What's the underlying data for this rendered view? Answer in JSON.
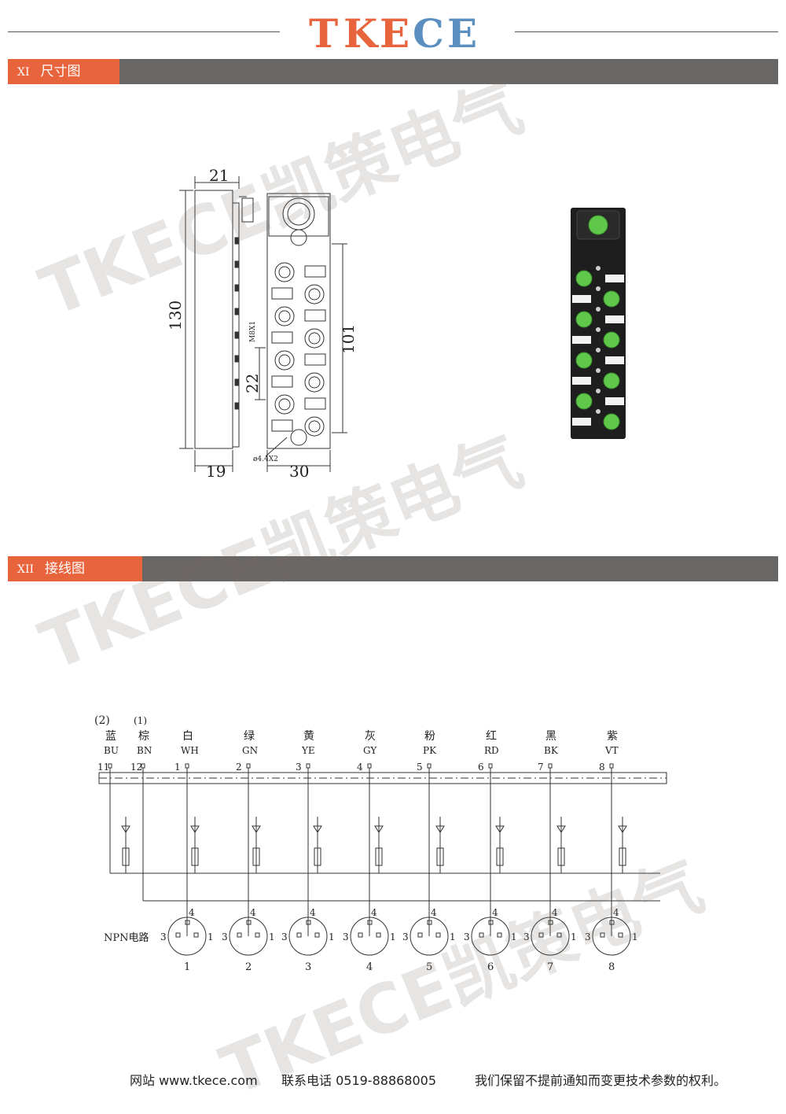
{
  "brand": {
    "logo_letters": [
      "T",
      "K",
      "E",
      "C",
      "E"
    ],
    "logo_colors": [
      "#e8643c",
      "#e8643c",
      "#e8643c",
      "#5a8fc0",
      "#5a8fc0"
    ]
  },
  "sections": [
    {
      "num": "XI",
      "title": "尺寸图"
    },
    {
      "num": "XII",
      "title": "接线图"
    }
  ],
  "dimensions": {
    "width_top": "21",
    "height_left": "130",
    "width_bottom_left": "19",
    "width_bottom_right": "30",
    "pitch_right": "101",
    "port_spacing": "22",
    "thread_label": "M8X1",
    "hole_label": "ø4.4X2"
  },
  "wiring": {
    "group_labels": [
      "(2)",
      "(1)"
    ],
    "wires": [
      {
        "cn": "蓝",
        "code": "BU",
        "pin": "11"
      },
      {
        "cn": "棕",
        "code": "BN",
        "pin": "12"
      },
      {
        "cn": "白",
        "code": "WH",
        "pin": "1"
      },
      {
        "cn": "绿",
        "code": "GN",
        "pin": "2"
      },
      {
        "cn": "黄",
        "code": "YE",
        "pin": "3"
      },
      {
        "cn": "灰",
        "code": "GY",
        "pin": "4"
      },
      {
        "cn": "粉",
        "code": "PK",
        "pin": "5"
      },
      {
        "cn": "红",
        "code": "RD",
        "pin": "6"
      },
      {
        "cn": "黑",
        "code": "BK",
        "pin": "7"
      },
      {
        "cn": "紫",
        "code": "VT",
        "pin": "8"
      }
    ],
    "circuit_label": "NPN电路",
    "connector_pins": {
      "left": "3",
      "top": "4",
      "right": "1"
    },
    "ports": [
      "1",
      "2",
      "3",
      "4",
      "5",
      "6",
      "7",
      "8"
    ]
  },
  "footer": {
    "website": "网站 www.tkece.com",
    "phone": "联系电话 0519-88868005",
    "notice": "我们保留不提前通知而变更技术参数的权利。"
  },
  "watermark": {
    "text": "TKECE凯策电气"
  },
  "colors": {
    "accent": "#e8643c",
    "bar": "#696666",
    "logo_blue": "#5a8fc0",
    "led_green": "#5fc84a"
  }
}
